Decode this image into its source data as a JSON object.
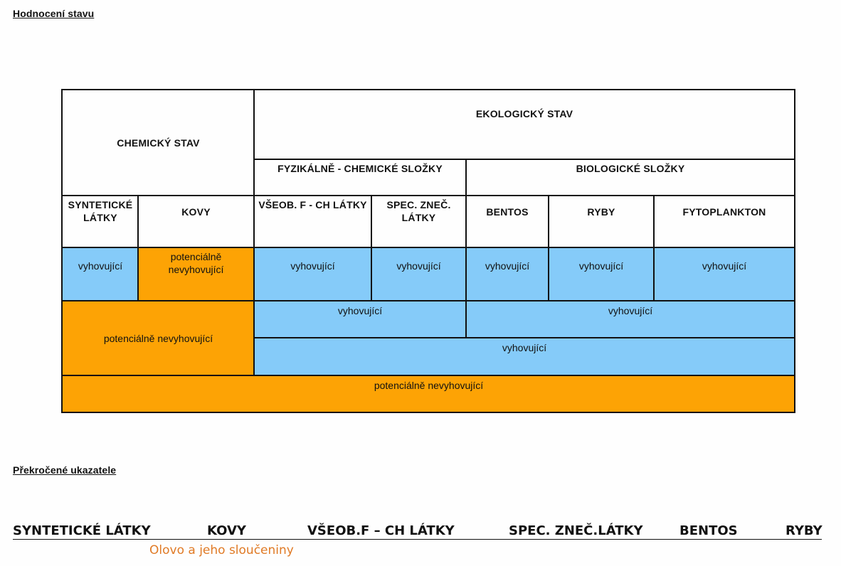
{
  "headings": {
    "assessment": "Hodnocení stavu",
    "exceeded": "Překročené ukazatele"
  },
  "table": {
    "chemical": "CHEMICKÝ STAV",
    "ecological": "EKOLOGICKÝ STAV",
    "phys_chem": "FYZIKÁLNĚ - CHEMICKÉ SLOŽKY",
    "biological": "BIOLOGICKÉ SLOŽKY",
    "columns": {
      "synthetic": "SYNTETICKÉ LÁTKY",
      "metals": "KOVY",
      "general": "VŠEOB. F - CH LÁTKY",
      "specific": "SPEC. ZNEČ. LÁTKY",
      "bentos": "BENTOS",
      "fish": "RYBY",
      "phyto": "FYTOPLANKTON"
    },
    "row1": {
      "synthetic": "vyhovující",
      "metals": "potenciálně nevyhovující",
      "general": "vyhovující",
      "specific": "vyhovující",
      "bentos": "vyhovující",
      "fish": "vyhovující",
      "phyto": "vyhovující"
    },
    "row2": {
      "chemical": "potenciálně nevyhovující",
      "phys_chem": "vyhovující",
      "biological": "vyhovující"
    },
    "row3": {
      "ecological": "vyhovující"
    },
    "row4": {
      "overall": "potenciálně nevyhovující"
    }
  },
  "colors": {
    "ok": "#85cbf9",
    "not_ok": "#fda305",
    "note": "#e07a25"
  },
  "exceeded_columns": [
    "SYNTETICKÉ LÁTKY",
    "KOVY",
    "VŠEOB.F – CH LÁTKY",
    "SPEC. ZNEČ.LÁTKY",
    "BENTOS",
    "RYBY"
  ],
  "exceeded_note": "Olovo a jeho sloučeniny"
}
